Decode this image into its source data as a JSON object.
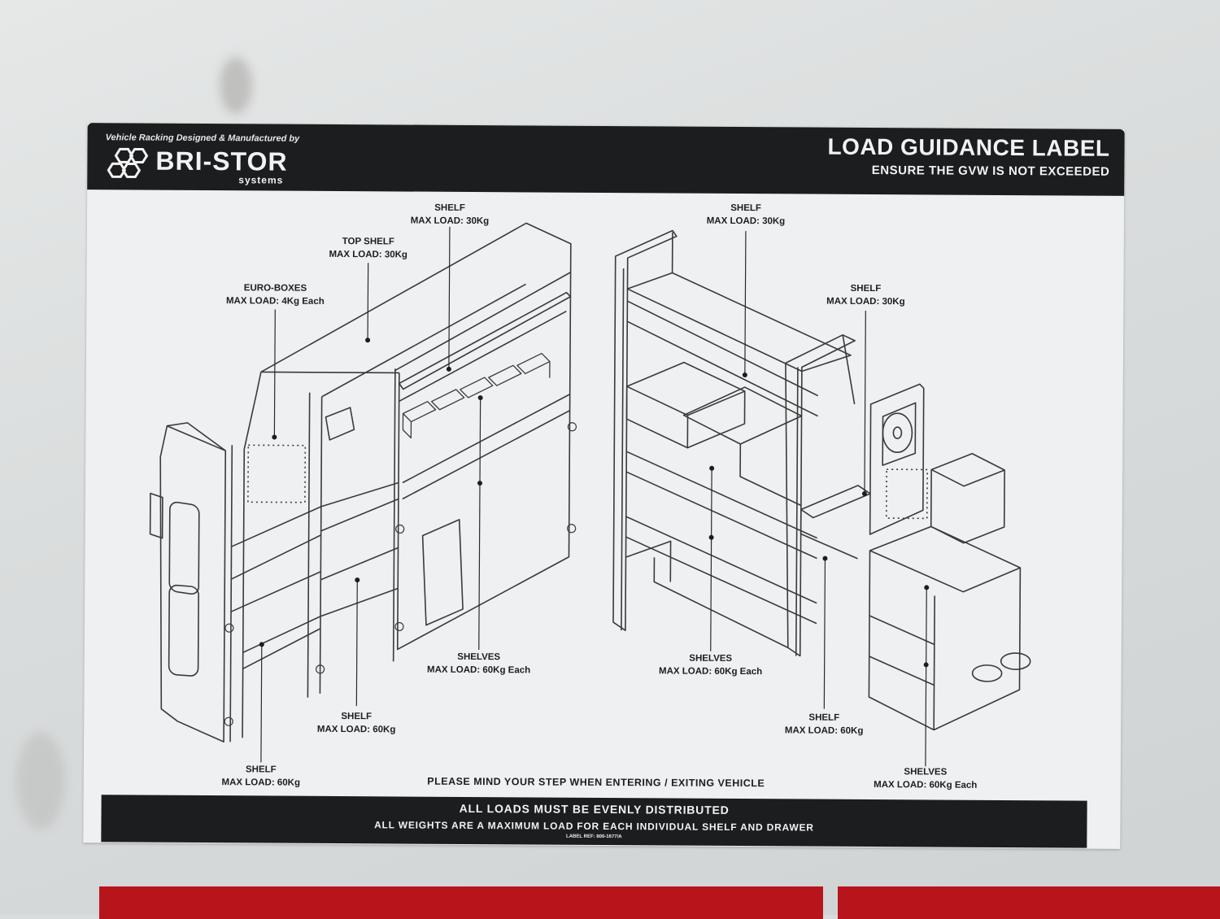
{
  "brand": {
    "tagline": "Vehicle Racking Designed & Manufactured by",
    "name": "BRI-STOR",
    "sub": "systems"
  },
  "header": {
    "title": "LOAD GUIDANCE LABEL",
    "subtitle": "ENSURE THE GVW IS NOT EXCEEDED"
  },
  "callouts": [
    {
      "id": "l-euro",
      "line1": "EURO-BOXES",
      "line2": "MAX LOAD: 4Kg Each"
    },
    {
      "id": "l-top",
      "line1": "TOP SHELF",
      "line2": "MAX LOAD: 30Kg"
    },
    {
      "id": "l-shelf-top",
      "line1": "SHELF",
      "line2": "MAX LOAD: 30Kg"
    },
    {
      "id": "l-shelves",
      "line1": "SHELVES",
      "line2": "MAX LOAD: 60Kg Each"
    },
    {
      "id": "l-shelf-mid",
      "line1": "SHELF",
      "line2": "MAX LOAD: 60Kg"
    },
    {
      "id": "l-shelf-low",
      "line1": "SHELF",
      "line2": "MAX LOAD: 60Kg"
    },
    {
      "id": "r-shelf-top",
      "line1": "SHELF",
      "line2": "MAX LOAD: 30Kg"
    },
    {
      "id": "r-shelf-mid",
      "line1": "SHELF",
      "line2": "MAX LOAD: 30Kg"
    },
    {
      "id": "r-shelves",
      "line1": "SHELVES",
      "line2": "MAX LOAD: 60Kg Each"
    },
    {
      "id": "r-shelf-low",
      "line1": "SHELF",
      "line2": "MAX LOAD: 60Kg"
    },
    {
      "id": "r-shelves-low",
      "line1": "SHELVES",
      "line2": "MAX LOAD: 60Kg Each"
    }
  ],
  "step_note": "PLEASE MIND YOUR STEP WHEN ENTERING / EXITING VEHICLE",
  "footer": {
    "line1": "ALL LOADS MUST BE EVENLY DISTRIBUTED",
    "line2": "ALL WEIGHTS ARE A MAXIMUM LOAD FOR EACH INDIVIDUAL SHELF AND DRAWER",
    "ref": "LABEL REF: 800-1677/A"
  },
  "colors": {
    "bar": "#1c1d1f",
    "label_bg": "#eef0f1",
    "accent_red": "#b8141c"
  }
}
